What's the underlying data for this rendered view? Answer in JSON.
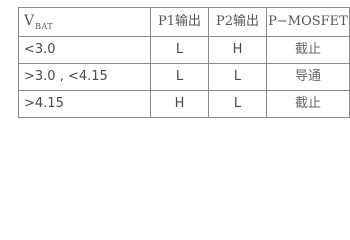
{
  "table": {
    "header": {
      "vbat_main": "V",
      "vbat_sub": "BAT",
      "p1": "P1输出",
      "p2": "P2输出",
      "mosfet": "P−MOSFET"
    },
    "rows": [
      {
        "vbat": "<3.0",
        "p1": "L",
        "p2": "H",
        "mosfet": "截止"
      },
      {
        "vbat": ">3.0 , <4.15",
        "p1": "L",
        "p2": "L",
        "mosfet": "导通"
      },
      {
        "vbat": ">4.15",
        "p1": "H",
        "p2": "L",
        "mosfet": "截止"
      }
    ]
  }
}
